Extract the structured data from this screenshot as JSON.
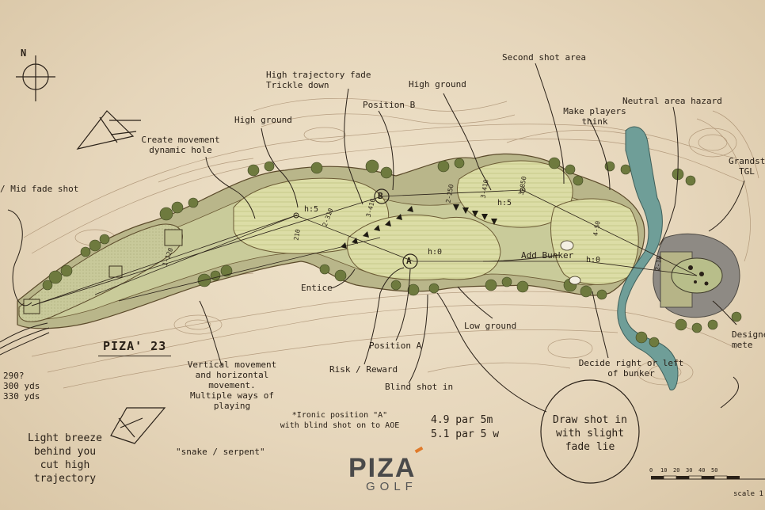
{
  "plan_title": "PIZA' 23",
  "compass_letter": "N",
  "brand": {
    "name_main": "PIZA",
    "name_sub": "GOLF",
    "accent": "#e07a2a"
  },
  "colors": {
    "paper": "#e9dcc4",
    "rough": "#b9b68a",
    "fairway": "#c9cb9a",
    "green": "#d8dcaa",
    "water": "#6f9e98",
    "tree": "#6e7a3e",
    "contour": "#8a6a4a",
    "grandstand": "#8e8a84"
  },
  "annotations": {
    "fade_shot": "/ Mid fade shot",
    "create_movement": "Create movement\ndynamic hole",
    "high_ground_left": "High ground",
    "high_trajectory": "High trajectory fade\nTrickle down",
    "position_b": "Position B",
    "high_ground_right": "High ground",
    "second_shot": "Second shot area",
    "make_players": "Make players\nthink",
    "neutral_hazard": "Neutral area hazard",
    "grandstand": "Grandst\nTGL",
    "add_bunker": "Add Bunker",
    "entice": "Entice",
    "low_ground": "Low ground",
    "position_a": "Position A",
    "risk_reward": "Risk / Reward",
    "blind_shot": "Blind shot in",
    "decide": "Decide right or left\nof bunker",
    "designer": "Designe\nmete",
    "vertical_movement": "Vertical movement\nand horizontal\nmovement.\nMultiple ways of playing",
    "ironic_position": "*Ironic position \"A\"\nwith blind shot on to AOE",
    "par_line1": "4.9 par 5m",
    "par_line2": "5.1 par 5 w",
    "snake": "\"snake / serpent\"",
    "breeze": "Light breeze\nbehind you\ncut high\ntrajectory",
    "draw_shot": "Draw shot in\nwith slight\nfade lie",
    "yardage": "290?\n300 yds\n330 yds",
    "scale_word": "scale 1"
  },
  "markers": {
    "a": "A",
    "b": "B"
  },
  "heights": {
    "h5_left": "h:5",
    "h5_right": "h:5",
    "h0_mid": "h:0",
    "h0_right": "h:0"
  },
  "distances": [
    "210",
    "1-120",
    "2-310",
    "3-410",
    "2-250",
    "3-410",
    "3-850",
    "4-50",
    "2-10"
  ],
  "scale_ticks": [
    "0",
    "10",
    "20",
    "30",
    "40",
    "50"
  ]
}
